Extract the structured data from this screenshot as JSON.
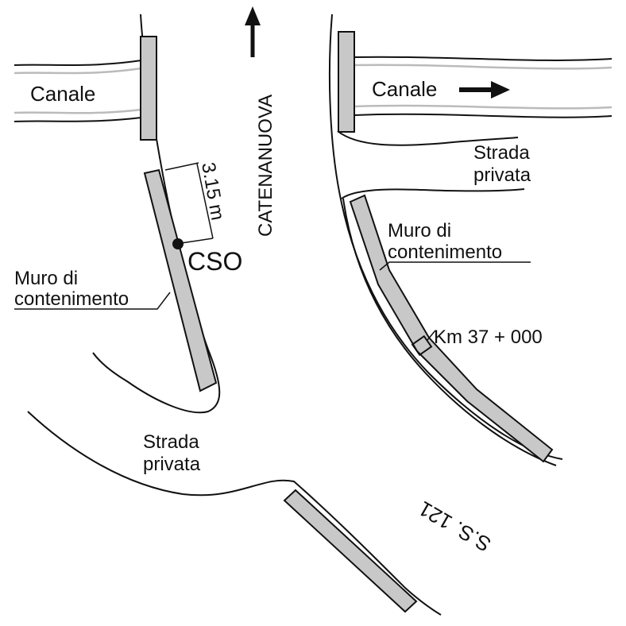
{
  "labels": {
    "canal_left": "Canale",
    "canal_right": "Canale",
    "direction": "CATENANUOVA",
    "measure": "3.15 m",
    "point": "CSO",
    "wall_left_line1": "Muro di",
    "wall_left_line2": "contenimento",
    "wall_right_line1": "Muro di",
    "wall_right_line2": "contenimento",
    "strada_upper_line1": "Strada",
    "strada_upper_line2": "privata",
    "strada_lower_line1": "Strada",
    "strada_lower_line2": "privata",
    "km": "Km 37 + 000",
    "road": "S.S. 121"
  },
  "colors": {
    "wall_fill": "#c8c8c8",
    "canal_water": "#bbbbbb",
    "line": "#111111"
  },
  "icons": {
    "north_arrow": "arrow-up-icon",
    "flow_arrow": "arrow-right-icon",
    "point_marker": "dot-icon"
  }
}
